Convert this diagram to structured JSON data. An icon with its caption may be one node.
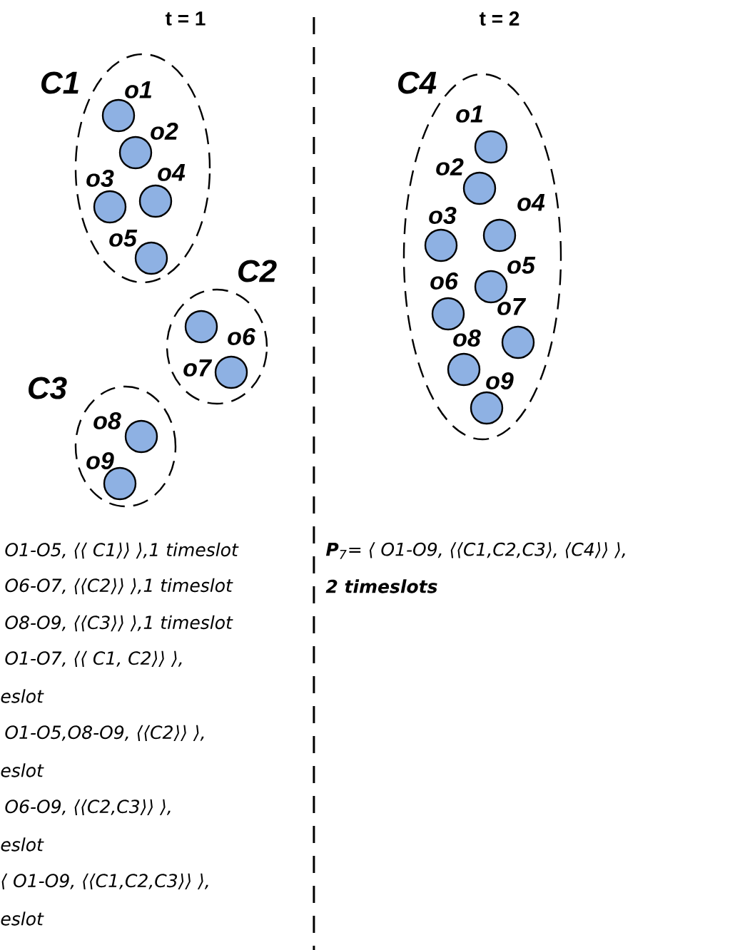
{
  "diagram": {
    "nodes": [
      {
        "text": [
          "C1"
        ]
      },
      {
        "text": [],
        "shape": "circle",
        "in": 0,
        "beside": [
          "o1"
        ]
      },
      {
        "text": [],
        "shape": "circle",
        "in": 0,
        "beside": [
          "o2"
        ]
      },
      {
        "text": [],
        "shape": "circle",
        "in": 0,
        "beside": [
          "o3"
        ]
      },
      {
        "text": [],
        "shape": "circle",
        "in": 0,
        "beside": [
          "o4"
        ]
      },
      {
        "text": [],
        "shape": "circle",
        "in": 0,
        "beside": [
          "o5"
        ]
      },
      {
        "text": [
          "C2"
        ]
      },
      {
        "text": [],
        "shape": "circle",
        "in": 6,
        "beside": [
          "o6"
        ]
      },
      {
        "text": [],
        "shape": "circle",
        "in": 6,
        "beside": [
          "o7"
        ]
      },
      {
        "text": [
          "C3"
        ]
      },
      {
        "text": [],
        "shape": "circle",
        "in": 9,
        "beside": [
          "o8"
        ]
      },
      {
        "text": [],
        "shape": "circle",
        "in": 9,
        "beside": [
          "o9"
        ]
      },
      {
        "text": [
          "C4"
        ]
      },
      {
        "text": [],
        "shape": "circle",
        "in": 12,
        "beside": [
          "o1"
        ]
      },
      {
        "text": [],
        "shape": "circle",
        "in": 12,
        "beside": [
          "o2"
        ]
      },
      {
        "text": [],
        "shape": "circle",
        "in": 12,
        "beside": [
          "o3"
        ]
      },
      {
        "text": [],
        "shape": "circle",
        "in": 12,
        "beside": [
          "o4"
        ]
      },
      {
        "text": [],
        "shape": "circle",
        "in": 12,
        "beside": [
          "o5"
        ]
      },
      {
        "text": [],
        "shape": "circle",
        "in": 12,
        "beside": [
          "o6"
        ]
      },
      {
        "text": [],
        "shape": "circle",
        "in": 12,
        "beside": [
          "o7"
        ]
      },
      {
        "text": [],
        "shape": "circle",
        "in": 12,
        "beside": [
          "o8"
        ]
      },
      {
        "text": [],
        "shape": "circle",
        "in": 12,
        "beside": [
          "o9"
        ]
      }
    ],
    "labels": [
      "t = 1",
      "t = 2",
      "O1-O5, ⟨⟨ C1⟩⟩ ⟩,1 timeslot",
      "**P**$_{7}$= ⟨ O1-O9, ⟨⟨C1,C2,C3⟩, ⟨C4⟩⟩ ⟩,",
      "O6-O7, ⟨⟨C2⟩⟩ ⟩,1 timeslot",
      "2 timeslots",
      "O8-O9, ⟨⟨C3⟩⟩ ⟩,1 timeslot",
      "O1-O7, ⟨⟨ C1, C2⟩⟩ ⟩,",
      "eslot",
      "O1-O5,O8-O9, ⟨⟨C2⟩⟩ ⟩,",
      "eslot",
      "O6-O9, ⟨⟨C2,C3⟩⟩ ⟩,",
      "eslot",
      "⟨ O1-O9, ⟨⟨C1,C2,C3⟩⟩ ⟩,",
      "eslot"
    ]
  }
}
